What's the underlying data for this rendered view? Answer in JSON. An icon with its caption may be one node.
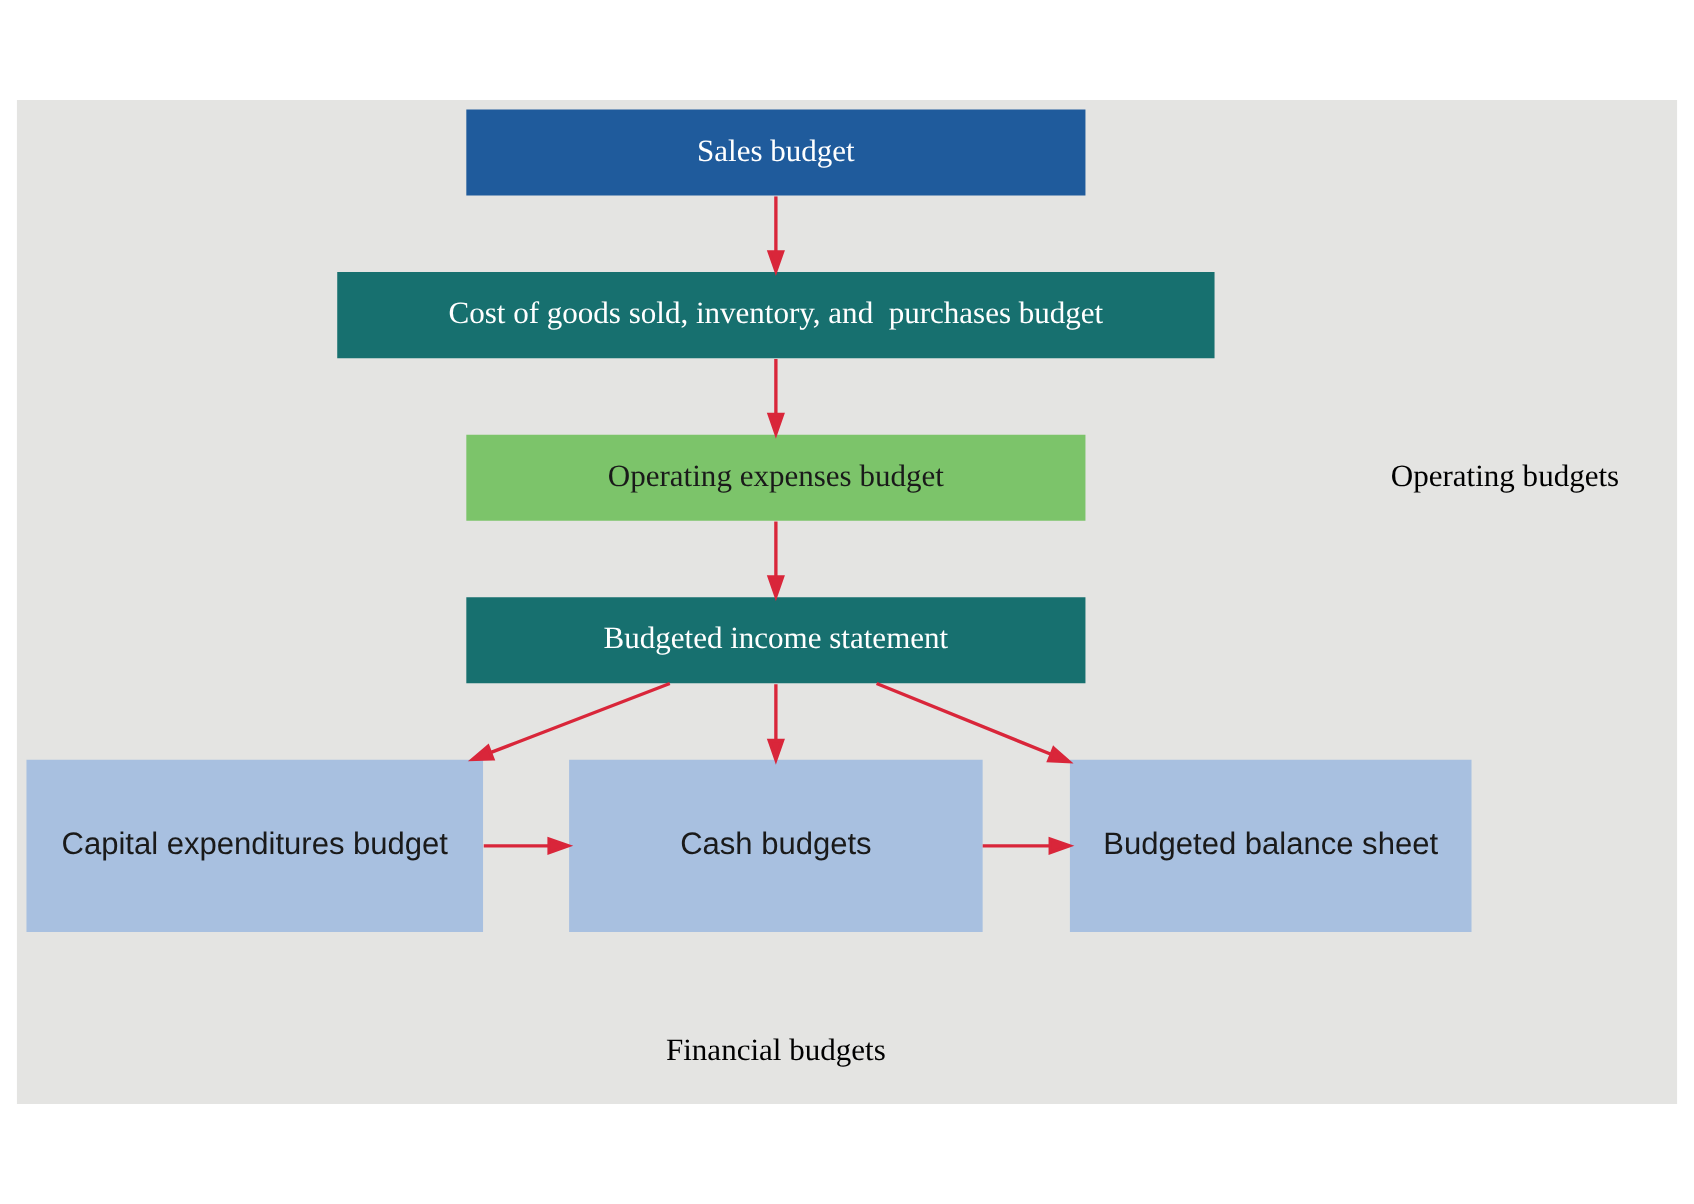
{
  "diagram": {
    "nodes": [
      {
        "text": [
          "Sales budget"
        ]
      },
      {
        "text": [
          "Cost of goods sold, inventory, and  purchases budget"
        ]
      },
      {
        "text": [
          "Operating expenses budget"
        ]
      },
      {
        "text": [
          "Budgeted income statement"
        ]
      },
      {
        "text": [
          "Capital expenditures budget"
        ]
      },
      {
        "text": [
          "Cash budgets"
        ]
      },
      {
        "text": [
          "Budgeted balance sheet"
        ]
      }
    ],
    "edges": [
      {
        "from": 0,
        "to": 1,
        "arrow": "to"
      },
      {
        "from": 1,
        "to": 2,
        "arrow": "to"
      },
      {
        "from": 2,
        "to": 3,
        "arrow": "to"
      },
      {
        "from": 3,
        "to": 4,
        "arrow": "to"
      },
      {
        "from": 3,
        "to": 5,
        "arrow": "to"
      },
      {
        "from": 3,
        "to": 6,
        "arrow": "to"
      },
      {
        "from": 4,
        "to": 5,
        "arrow": "to"
      },
      {
        "from": 5,
        "to": 6,
        "arrow": "to"
      }
    ],
    "labels": [
      "Operating budgets",
      "Financial budgets"
    ]
  }
}
